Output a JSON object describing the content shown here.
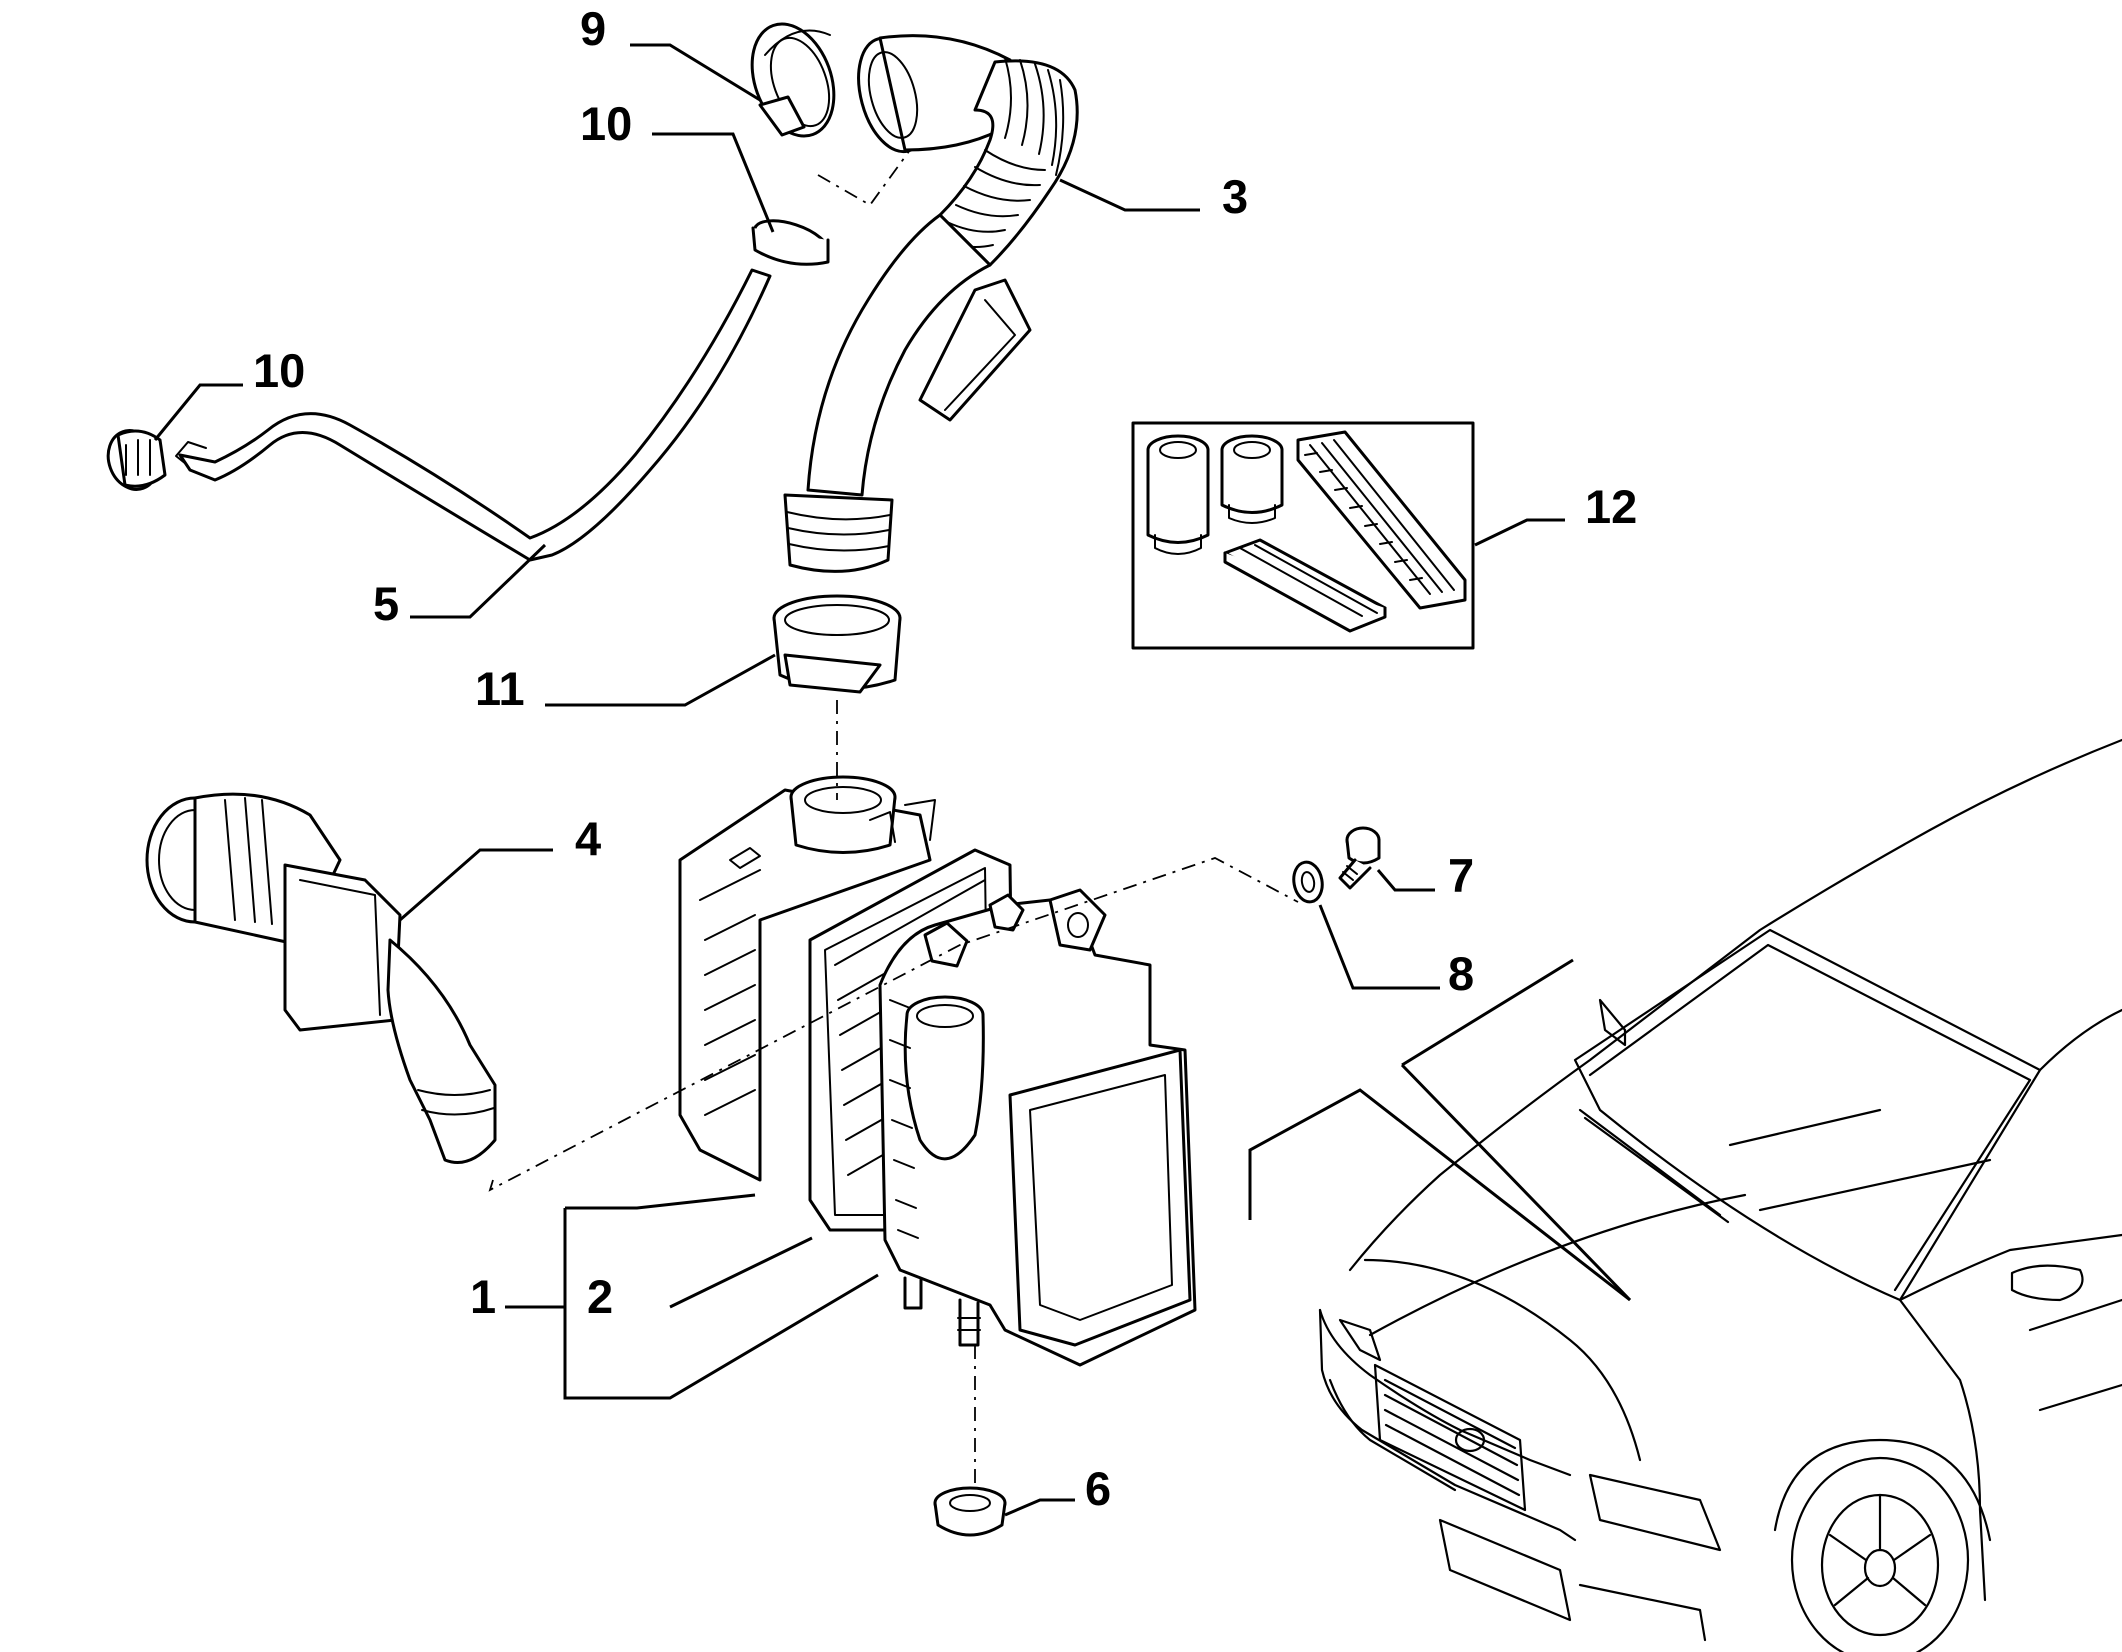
{
  "diagram": {
    "callouts": {
      "c1": "1",
      "c2": "2",
      "c3": "3",
      "c4": "4",
      "c5": "5",
      "c6": "6",
      "c7": "7",
      "c8": "8",
      "c9": "9",
      "c10a": "10",
      "c10b": "10",
      "c11": "11",
      "c12": "12"
    }
  }
}
